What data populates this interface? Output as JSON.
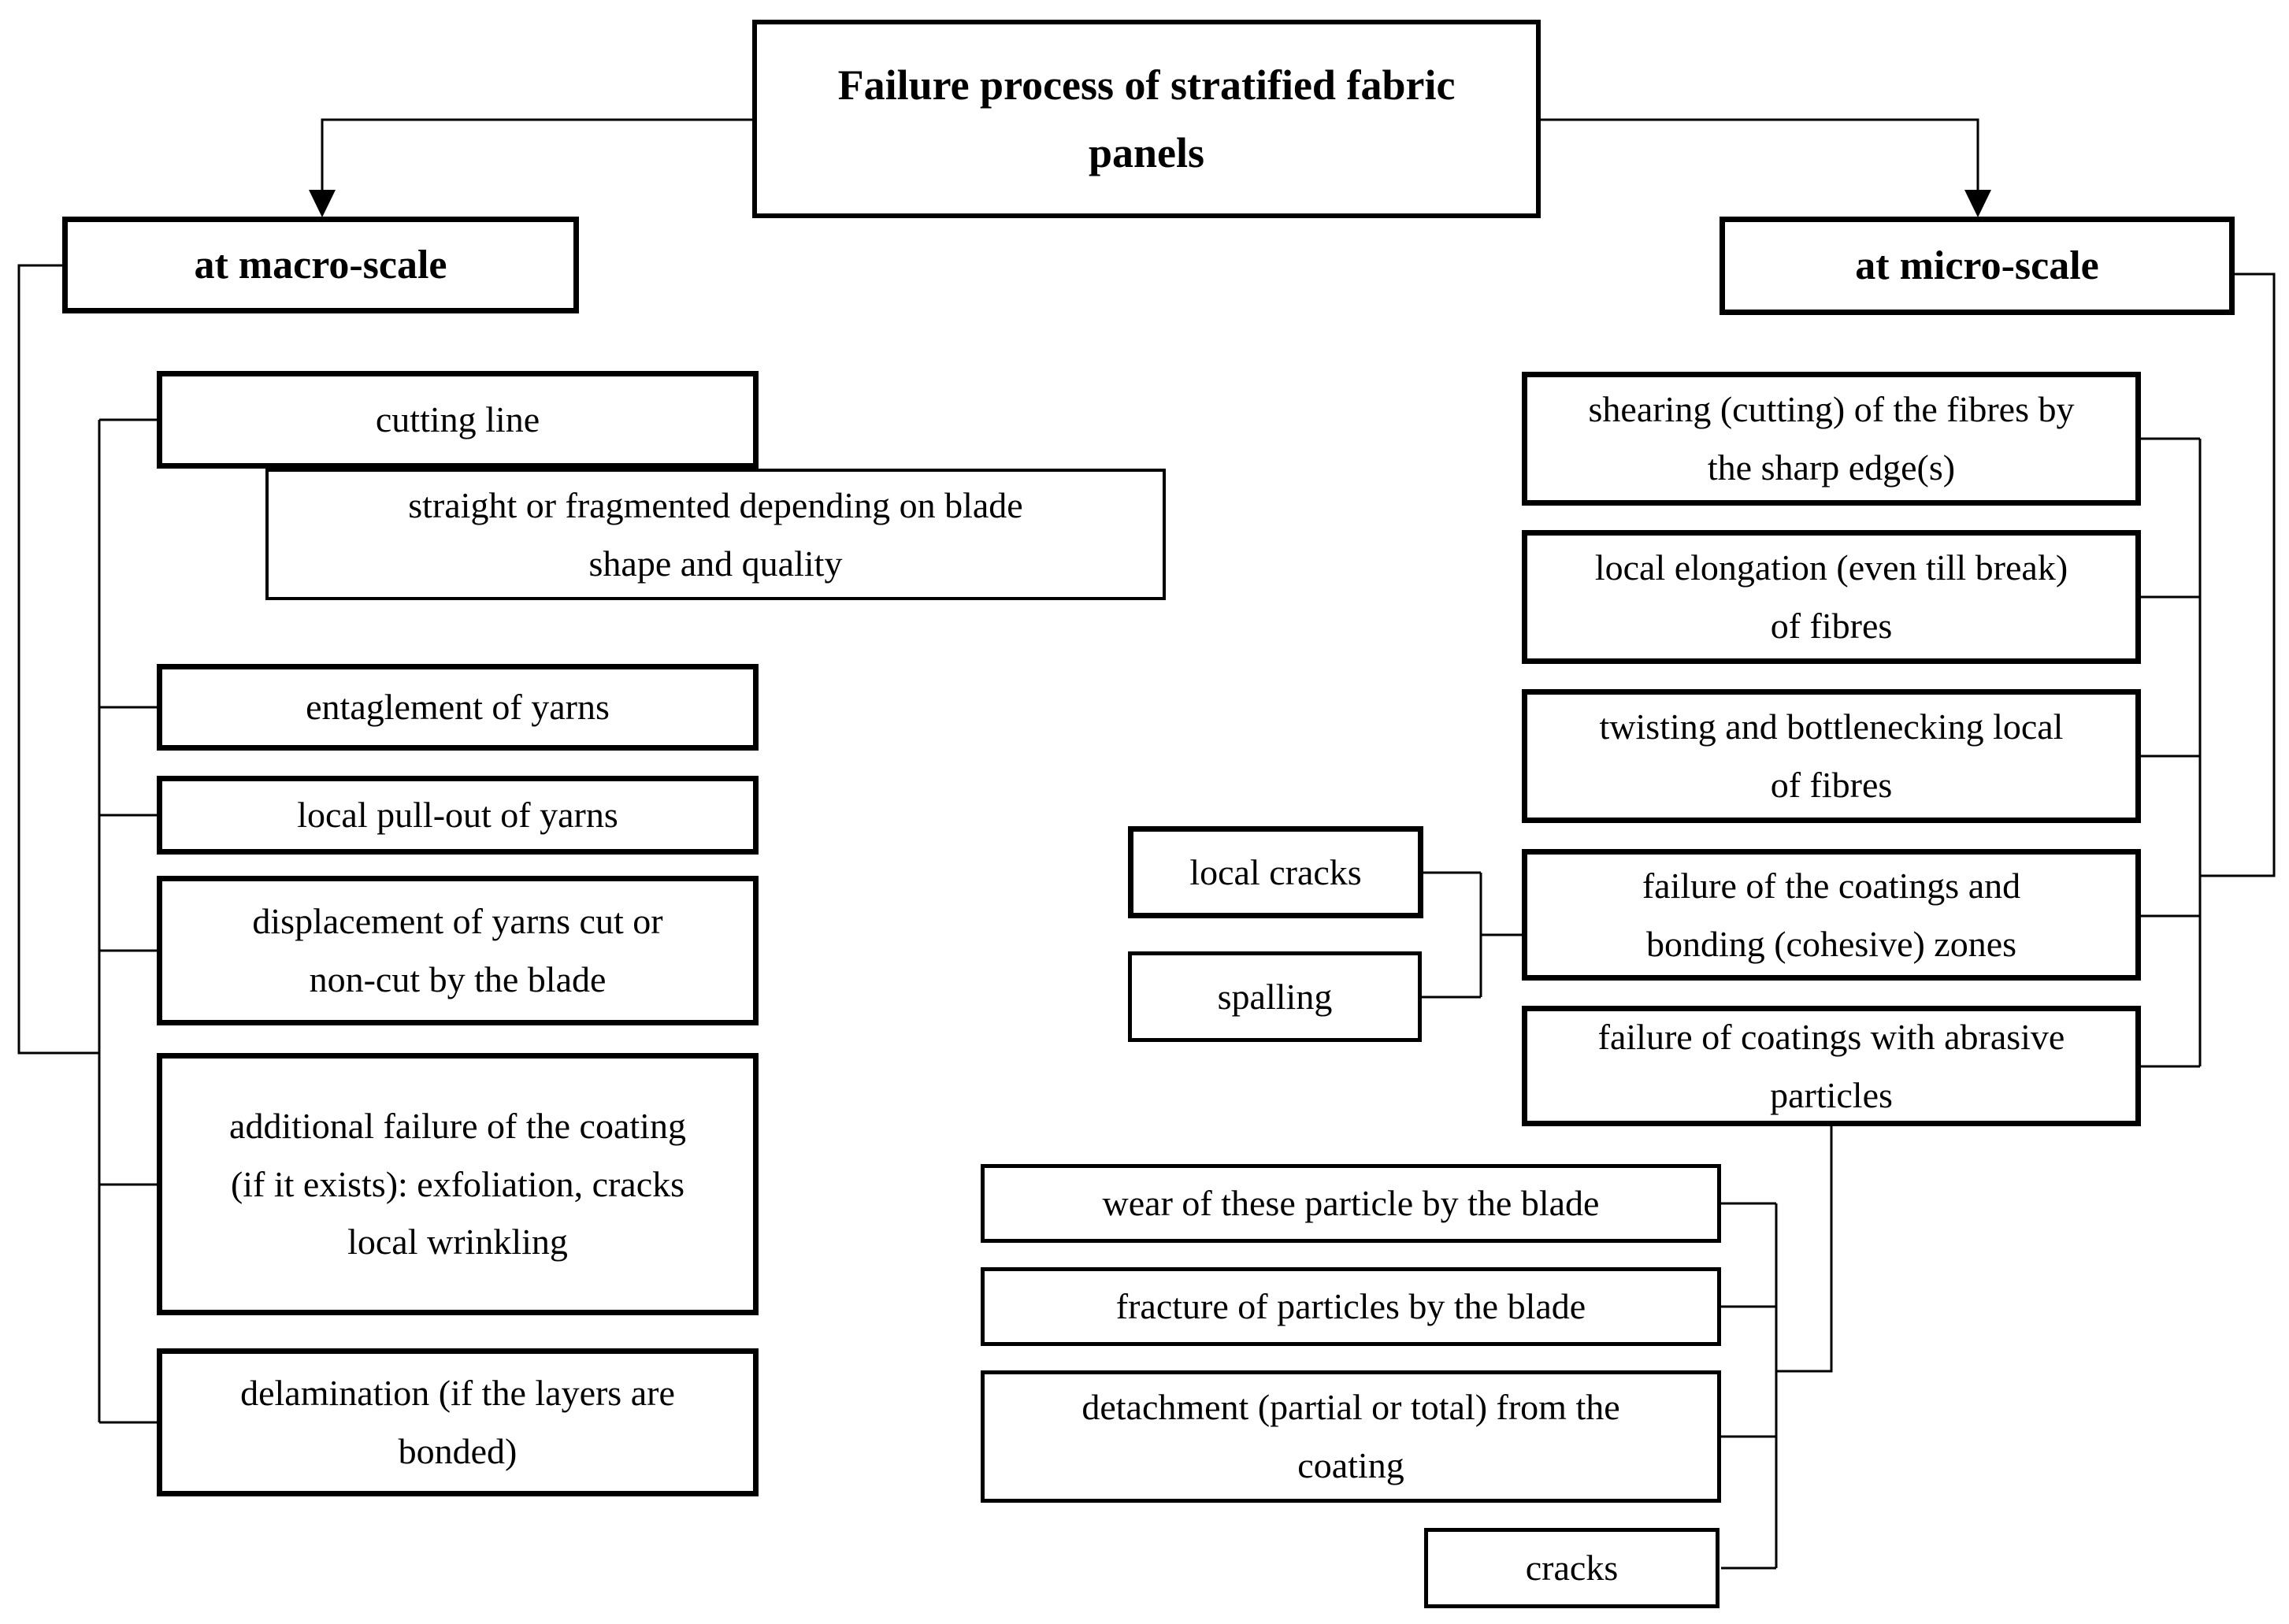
{
  "diagram": {
    "title": "Failure process of stratified fabric panels",
    "macro": {
      "heading": "at macro-scale",
      "nodes": {
        "cutting_line": "cutting line",
        "cutting_line_detail": "straight or fragmented depending on blade shape and quality",
        "entanglement": "entaglement of yarns",
        "pull_out": "local pull-out of yarns",
        "displacement": "displacement of yarns cut or non-cut by the blade",
        "additional_coating_failure": "additional failure of the coating (if it exists): exfoliation, cracks local wrinkling",
        "delamination": "delamination (if the layers are bonded)"
      }
    },
    "micro": {
      "heading": "at micro-scale",
      "nodes": {
        "shearing": "shearing (cutting) of the fibres by the sharp edge(s)",
        "elongation": "local elongation (even till break) of fibres",
        "twisting": "twisting and bottlenecking local of fibres",
        "coatings_bonding_failure": "failure of the coatings and bonding (cohesive) zones",
        "abrasive_coatings_failure": "failure of coatings with abrasive particles",
        "local_cracks": "local cracks",
        "spalling": "spalling",
        "wear": "wear of these particle by the blade",
        "fracture": "fracture of particles by the blade",
        "detachment": "detachment (partial or total) from the coating",
        "cracks": "cracks"
      }
    },
    "colors": {
      "line": "#000000",
      "box_background": "#ffffff",
      "text": "#000000"
    }
  }
}
